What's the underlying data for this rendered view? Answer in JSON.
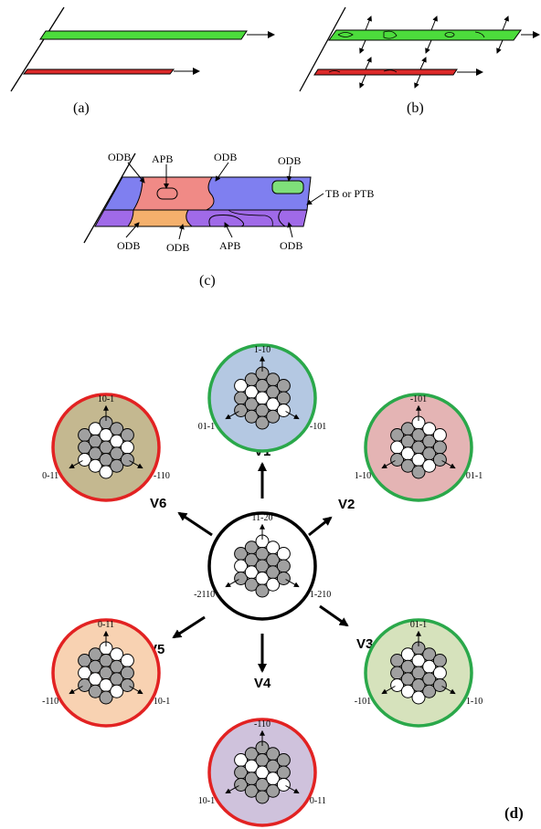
{
  "panel_a": {
    "label": "(a)",
    "colors": {
      "top_plate": "#4cdc3c",
      "bottom_plate": "#dc2a2a"
    }
  },
  "panel_b": {
    "label": "(b)"
  },
  "panel_c": {
    "label": "(c)",
    "annotations": {
      "top_odb_left": "ODB",
      "top_apb": "APB",
      "top_odb_mid": "ODB",
      "top_odb_right": "ODB",
      "side_label": "TB or PTB",
      "bottom_odb_left": "ODB",
      "bottom_odb_mid": "ODB",
      "bottom_apb": "APB",
      "bottom_odb_right": "ODB"
    },
    "colors": {
      "blue": "#7f7ff0",
      "pink": "#f08a86",
      "green": "#7fe07a",
      "purple": "#a06ae8",
      "orange": "#f4b06c"
    }
  },
  "panel_d": {
    "label": "(d)",
    "center": {
      "dirs": [
        "11-20",
        "-2110",
        "1-210"
      ]
    },
    "variants": [
      {
        "name": "V1",
        "bg": "#b4c8e2",
        "ring": "#2aa84a",
        "dirs": [
          "1-10",
          "01-1",
          "-101"
        ]
      },
      {
        "name": "V2",
        "bg": "#e4b4b4",
        "ring": "#2aa84a",
        "dirs": [
          "-101",
          "1-10",
          "01-1"
        ]
      },
      {
        "name": "V3",
        "bg": "#d6e2bc",
        "ring": "#2aa84a",
        "dirs": [
          "01-1",
          "-101",
          "1-10"
        ]
      },
      {
        "name": "V4",
        "bg": "#cfc2dc",
        "ring": "#e22222",
        "dirs": [
          "-110",
          "10-1",
          "0-11"
        ]
      },
      {
        "name": "V5",
        "bg": "#f8d2b2",
        "ring": "#e22222",
        "dirs": [
          "0-11",
          "-110",
          "10-1"
        ]
      },
      {
        "name": "V6",
        "bg": "#c4b890",
        "ring": "#e22222",
        "dirs": [
          "10-1",
          "0-11",
          "-110"
        ]
      }
    ]
  }
}
